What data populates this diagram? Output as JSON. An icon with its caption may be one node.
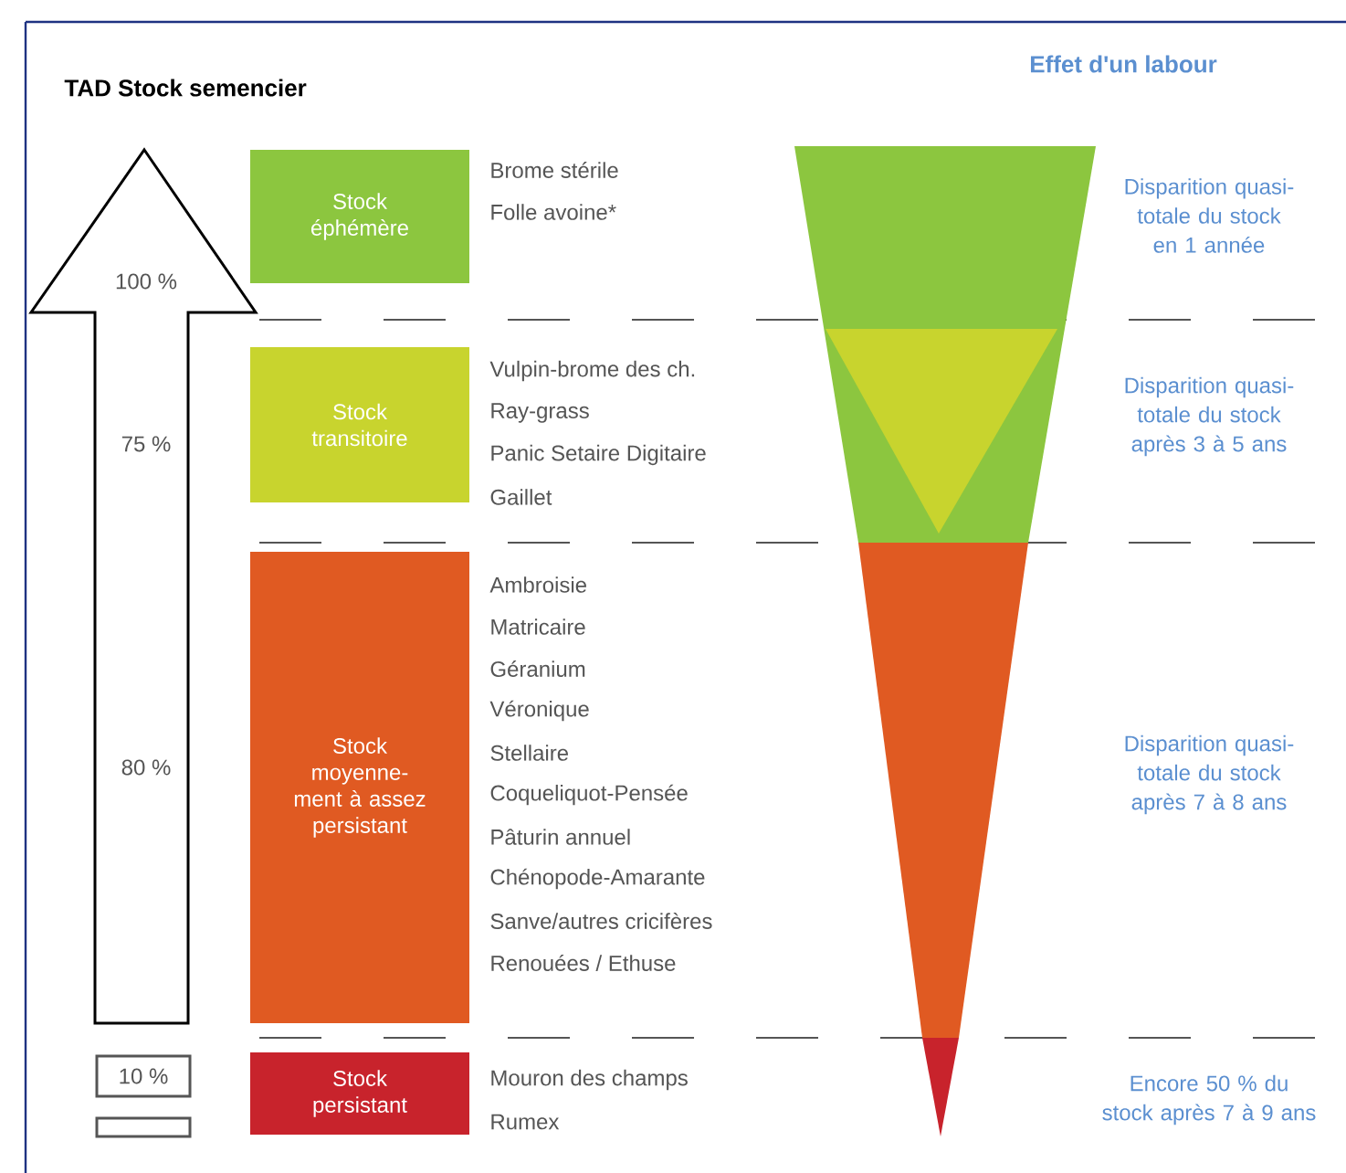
{
  "diagram": {
    "title": "TAD Stock semencier",
    "nodes": [
      {
        "text": [
          "100 %",
          "75 %",
          "80 %"
        ]
      },
      {
        "text": [
          "10 %"
        ]
      },
      {
        "text": [],
        "shape": "box"
      },
      {
        "text": [
          "Stock éphémère"
        ],
        "beside": [
          "Brome stérile",
          "Folle avoine*"
        ]
      },
      {
        "text": [
          "Stock transitoire"
        ],
        "beside": [
          "Vulpin-brome des ch.",
          "Ray-grass",
          "Panic Setaire Digitaire",
          "Gaillet"
        ]
      },
      {
        "text": [
          "Stock moyenne-ment à assez persistant"
        ],
        "beside": [
          "Ambroisie",
          "Matricaire",
          "Géranium",
          "Véronique",
          "Stellaire",
          "Coqueliquot-Pensée",
          "Pâturin annuel",
          "Chénopode-Amarante",
          "Sanve/autres cricifères",
          "Renouées / Ethuse"
        ]
      },
      {
        "text": [
          "Stock persistant"
        ],
        "beside": [
          "Mouron des champs",
          "Rumex"
        ]
      }
    ],
    "labels": [
      "Effet d'un labour",
      "Disparition quasi-totale du stock en 1 année",
      "Disparition quasi-totale du stock après 3 à 5 ans",
      "Disparition quasi-totale du stock après 7 à 8 ans",
      "Encore 50 % du stock après 7 à 9 ans"
    ]
  }
}
